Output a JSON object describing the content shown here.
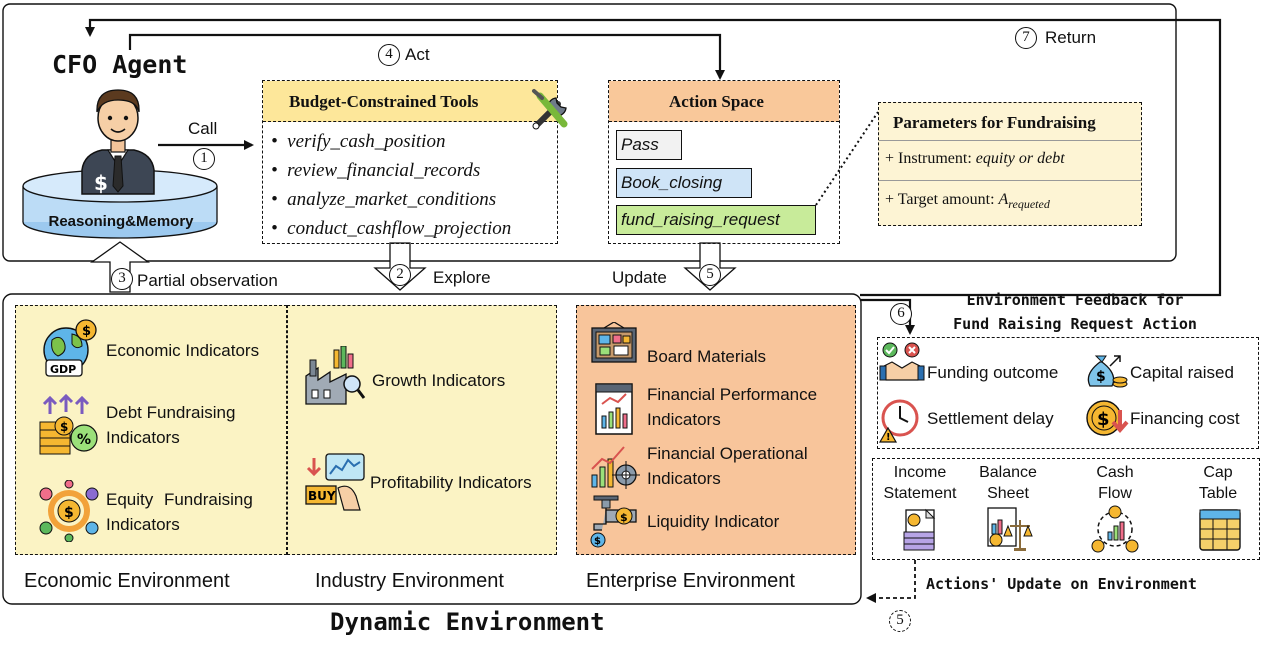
{
  "agent": {
    "title": "CFO Agent",
    "base_label": "Reasoning&Memory"
  },
  "steps": {
    "call": {
      "num": "1",
      "label": "Call"
    },
    "explore": {
      "num": "2",
      "label": "Explore"
    },
    "observe": {
      "num": "3",
      "label": "Partial observation"
    },
    "act": {
      "num": "4",
      "label": "Act"
    },
    "update": {
      "num": "5",
      "label": "Update"
    },
    "update_bottom": {
      "num": "5"
    },
    "feedback": {
      "num": "6"
    },
    "ret": {
      "num": "7",
      "label": "Return"
    }
  },
  "tools": {
    "title": "Budget-Constrained Tools",
    "items": [
      "verify_cash_position",
      "review_financial_records",
      "analyze_market_conditions",
      "conduct_cashflow_projection"
    ]
  },
  "action_space": {
    "title": "Action Space",
    "items": [
      "Pass",
      "Book_closing",
      "fund_raising_request"
    ],
    "colors": [
      "#f2f2f2",
      "#cfe4f7",
      "#c8eb9a"
    ]
  },
  "params": {
    "title": "Parameters for Fundraising",
    "row1_prefix": "+ Instrument: ",
    "row1_value": "equity or debt",
    "row2_prefix": "+ Target amount: ",
    "row2_var": "A",
    "row2_sub": "requeted"
  },
  "economic": {
    "label": "Economic Environment",
    "items": [
      "Economic Indicators",
      "Debt Fundraising Indicators",
      "Equity Fundraising Indicators"
    ],
    "gdp": "GDP"
  },
  "industry": {
    "label": "Industry Environment",
    "items": [
      "Growth Indicators",
      "Profitability Indicators"
    ],
    "buy": "BUY"
  },
  "enterprise": {
    "label": "Enterprise Environment",
    "items": [
      "Board Materials",
      "Financial Performance Indicators",
      "Financial Operational Indicators",
      "Liquidity Indicator"
    ]
  },
  "dynamic_env": "Dynamic Environment",
  "feedback": {
    "title_line1": "Environment Feedback for",
    "title_line2": "Fund Raising Request Action",
    "items": [
      "Funding outcome",
      "Capital raised",
      "Settlement delay",
      "Financing cost"
    ]
  },
  "statements": {
    "items": [
      "Income Statement",
      "Balance Sheet",
      "Cash Flow",
      "Cap Table"
    ],
    "caption": "Actions' Update on Environment"
  },
  "colors": {
    "tools_header": "#fde79a",
    "action_header": "#f9c89a",
    "yellow_panel": "#fbf3c4",
    "orange_panel": "#f8c59b",
    "params_bg": "#fdf4d4"
  }
}
